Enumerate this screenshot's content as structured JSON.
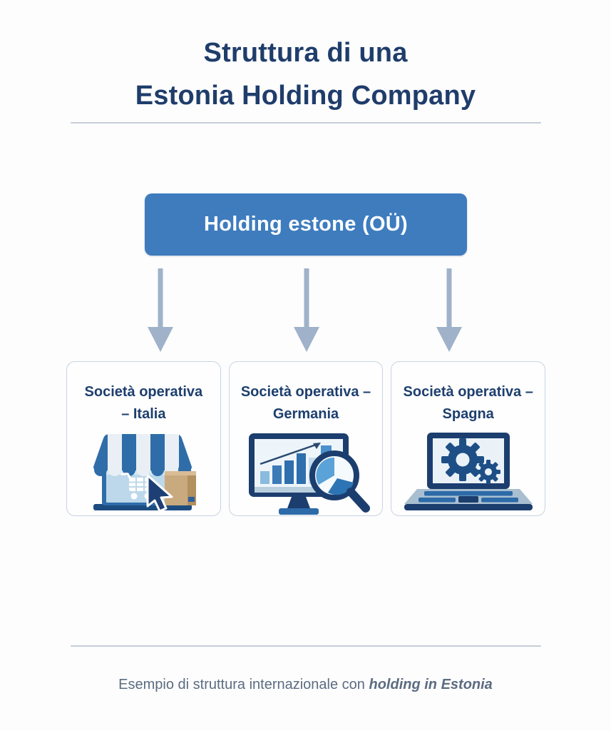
{
  "title": {
    "line1": "Struttura di una",
    "line2": "Estonia Holding Company"
  },
  "holding_box": {
    "label": "Holding estone (OÜ)"
  },
  "cards": [
    {
      "line1": "Società operativa",
      "line2": "– Italia",
      "icon": "ecommerce-storefront-icon"
    },
    {
      "line1": "Società operativa –",
      "line2": "Germania",
      "icon": "analytics-monitor-icon"
    },
    {
      "line1": "Società operativa –",
      "line2": "Spagna",
      "icon": "laptop-gears-icon"
    }
  ],
  "footer": {
    "prefix": "Esempio di struttura internazionale con ",
    "emphasis": "holding in Estonia"
  },
  "colors": {
    "accent_blue": "#3e7cbe",
    "navy_text": "#1f3d6b",
    "dark_navy_icon": "#1c3e6e",
    "arrow_gray_blue": "#9fb2c9",
    "card_border": "#c9d3df",
    "divider": "#c6cdd7",
    "footer_text": "#5b6c80",
    "box_tan": "#c9a97e",
    "screen_light_blue": "#bcd8ea"
  }
}
